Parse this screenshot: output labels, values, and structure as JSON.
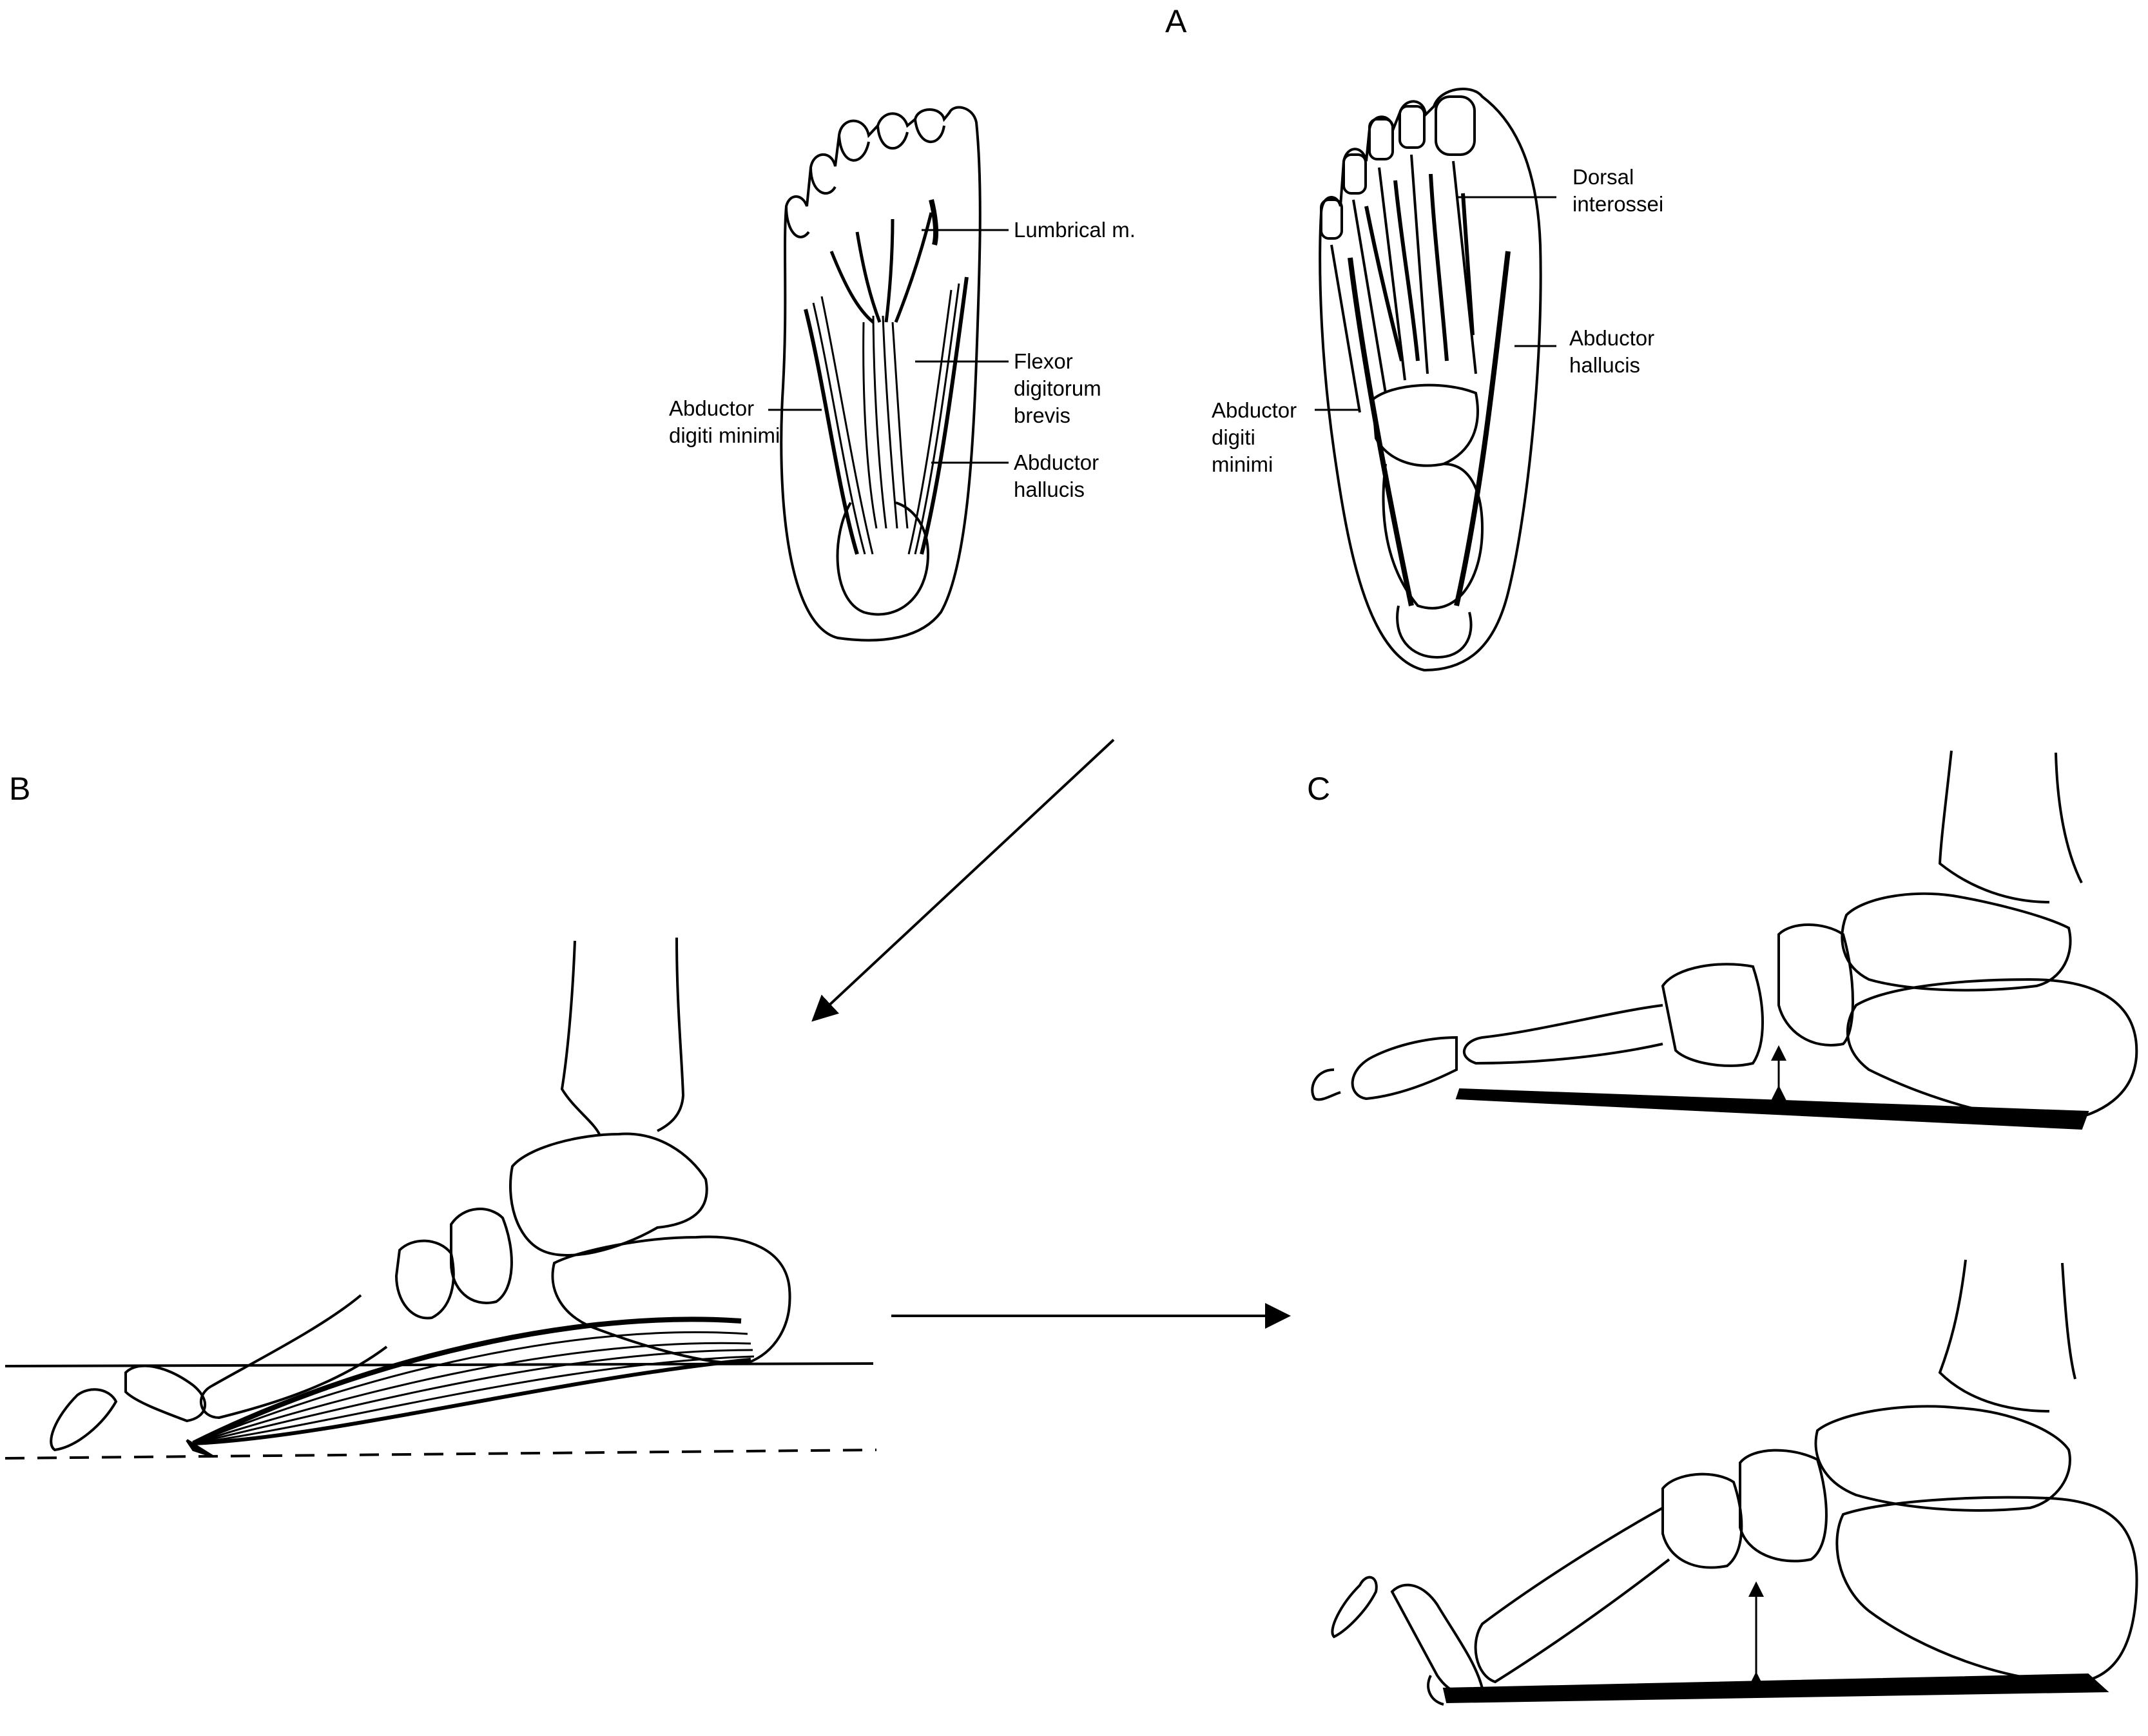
{
  "panels": {
    "a": {
      "letter": "A",
      "left_foot_labels": {
        "lumbrical": "Lumbrical m.",
        "flexor_1": "Flexor",
        "flexor_2": "digitorum",
        "flexor_3": "brevis",
        "abd_digiti_1": "Abductor",
        "abd_digiti_2": "digiti minimi",
        "abd_hallucis_1": "Abductor",
        "abd_hallucis_2": "hallucis"
      },
      "right_foot_labels": {
        "dorsal_1": "Dorsal",
        "dorsal_2": "interossei",
        "abd_hallucis_1": "Abductor",
        "abd_hallucis_2": "hallucis",
        "abd_digiti_1": "Abductor",
        "abd_digiti_2": "digiti",
        "abd_digiti_3": "minimi"
      }
    },
    "b": {
      "letter": "B"
    },
    "c": {
      "letter": "C"
    }
  },
  "colors": {
    "ink": "#000000",
    "background": "#ffffff"
  }
}
